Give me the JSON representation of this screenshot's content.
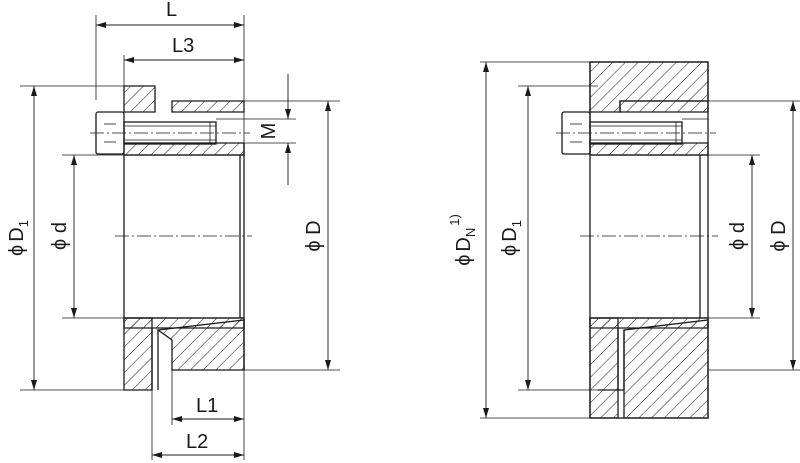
{
  "left_view": {
    "L": "L",
    "L3": "L3",
    "M": "M",
    "D1_phi": "ϕ",
    "D1_D": "D",
    "D1_sub": "1",
    "d": "ϕ d",
    "D": "ϕ D",
    "L1": "L1",
    "L2": "L2"
  },
  "right_view": {
    "DN_phi": "ϕ",
    "DN_D": "D",
    "DN_sub": "N",
    "DN_sup": "1)",
    "D1_phi": "ϕ",
    "D1_D": "D",
    "D1_sub": "1",
    "d": "ϕ d",
    "D": "ϕ D"
  }
}
